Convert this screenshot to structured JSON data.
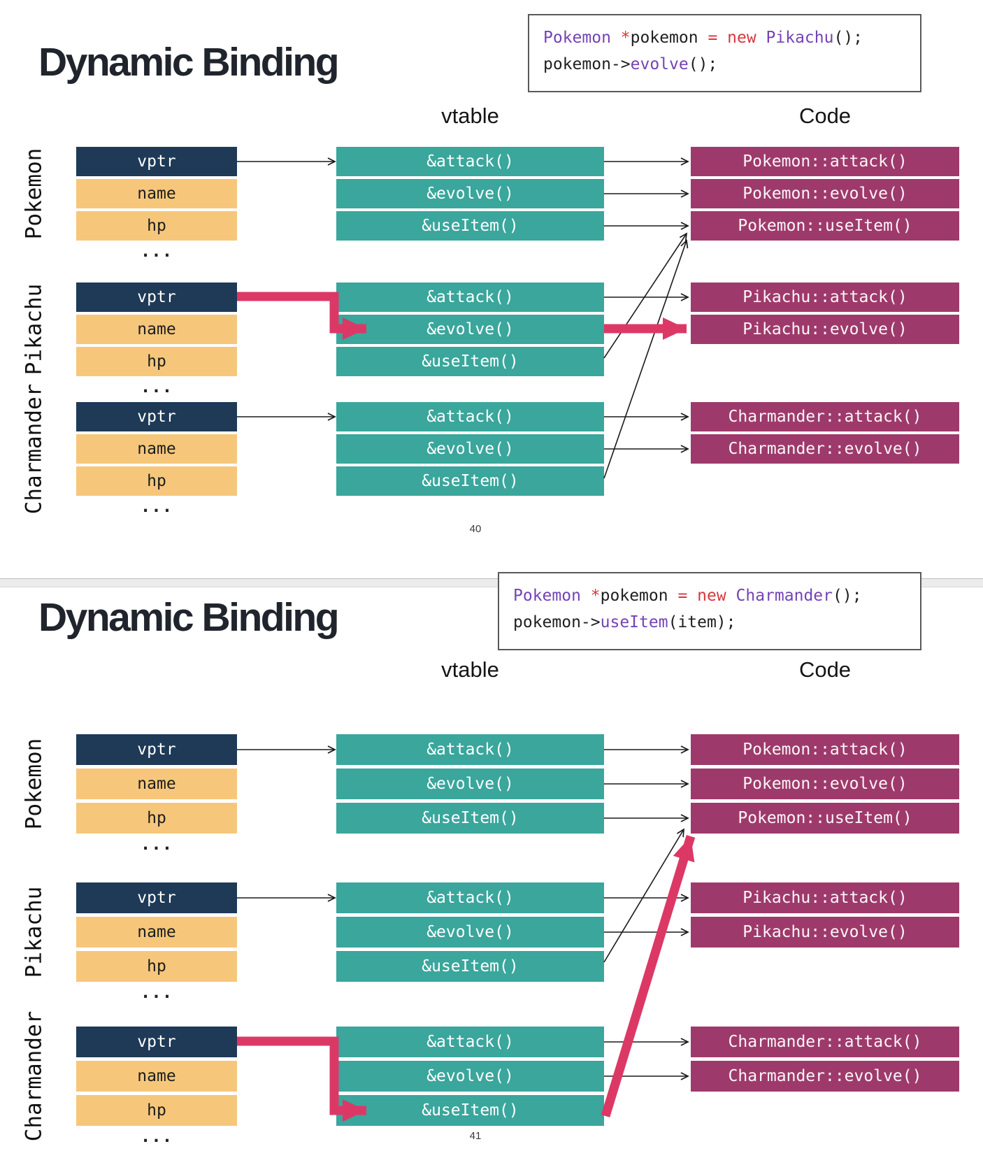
{
  "colors": {
    "pointer_row": "#1E3A57",
    "field_row": "#F6C77B",
    "vtable_cell": "#3AA69C",
    "code_cell": "#9E3A6B",
    "highlight_arrow": "#DC3866",
    "code_keyword_purple": "#7443B6",
    "code_keyword_red": "#D6383E"
  },
  "slides": [
    {
      "title": "Dynamic Binding",
      "page_number": "40",
      "vtable_header": "vtable",
      "code_header": "Code",
      "code_box": {
        "lines": [
          {
            "tokens": [
              {
                "text": "Pokemon",
                "color": "purple"
              },
              {
                "text": " ",
                "color": "plain"
              },
              {
                "text": "*",
                "color": "red"
              },
              {
                "text": "pokemon ",
                "color": "plain"
              },
              {
                "text": "= new ",
                "color": "red"
              },
              {
                "text": "Pikachu",
                "color": "purple"
              },
              {
                "text": "();",
                "color": "plain"
              }
            ]
          },
          {
            "tokens": [
              {
                "text": "pokemon->",
                "color": "plain"
              },
              {
                "text": "evolve",
                "color": "purple"
              },
              {
                "text": "();",
                "color": "plain"
              }
            ]
          }
        ]
      },
      "classes": [
        {
          "label": "Pokemon",
          "fields": [
            "vptr",
            "name",
            "hp"
          ],
          "ellipsis": "...",
          "vtable": [
            "&attack()",
            "&evolve()",
            "&useItem()"
          ],
          "code": [
            "Pokemon::attack()",
            "Pokemon::evolve()",
            "Pokemon::useItem()"
          ]
        },
        {
          "label": "Pikachu",
          "fields": [
            "vptr",
            "name",
            "hp"
          ],
          "ellipsis": "...",
          "vtable": [
            "&attack()",
            "&evolve()",
            "&useItem()"
          ],
          "code": [
            "Pikachu::attack()",
            "Pikachu::evolve()"
          ]
        },
        {
          "label": "Charmander",
          "fields": [
            "vptr",
            "name",
            "hp"
          ],
          "ellipsis": "...",
          "vtable": [
            "&attack()",
            "&evolve()",
            "&useItem()"
          ],
          "code": [
            "Charmander::attack()",
            "Charmander::evolve()"
          ]
        }
      ]
    },
    {
      "title": "Dynamic Binding",
      "page_number": "41",
      "vtable_header": "vtable",
      "code_header": "Code",
      "code_box": {
        "lines": [
          {
            "tokens": [
              {
                "text": "Pokemon",
                "color": "purple"
              },
              {
                "text": " ",
                "color": "plain"
              },
              {
                "text": "*",
                "color": "red"
              },
              {
                "text": "pokemon ",
                "color": "plain"
              },
              {
                "text": "= new ",
                "color": "red"
              },
              {
                "text": "Charmander",
                "color": "purple"
              },
              {
                "text": "();",
                "color": "plain"
              }
            ]
          },
          {
            "tokens": [
              {
                "text": "pokemon->",
                "color": "plain"
              },
              {
                "text": "useItem",
                "color": "purple"
              },
              {
                "text": "(item);",
                "color": "plain"
              }
            ]
          }
        ]
      },
      "classes": [
        {
          "label": "Pokemon",
          "fields": [
            "vptr",
            "name",
            "hp"
          ],
          "ellipsis": "...",
          "vtable": [
            "&attack()",
            "&evolve()",
            "&useItem()"
          ],
          "code": [
            "Pokemon::attack()",
            "Pokemon::evolve()",
            "Pokemon::useItem()"
          ]
        },
        {
          "label": "Pikachu",
          "fields": [
            "vptr",
            "name",
            "hp"
          ],
          "ellipsis": "...",
          "vtable": [
            "&attack()",
            "&evolve()",
            "&useItem()"
          ],
          "code": [
            "Pikachu::attack()",
            "Pikachu::evolve()"
          ]
        },
        {
          "label": "Charmander",
          "fields": [
            "vptr",
            "name",
            "hp"
          ],
          "ellipsis": "...",
          "vtable": [
            "&attack()",
            "&evolve()",
            "&useItem()"
          ],
          "code": [
            "Charmander::attack()",
            "Charmander::evolve()"
          ]
        }
      ]
    }
  ]
}
